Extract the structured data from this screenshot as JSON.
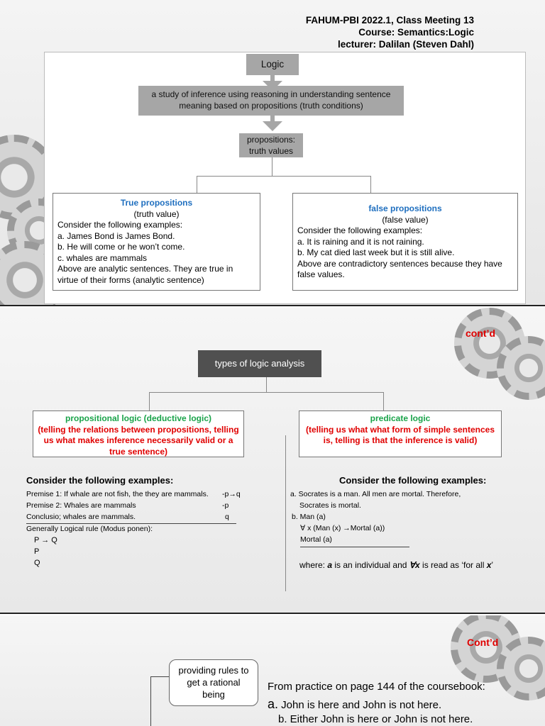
{
  "slide1": {
    "header": [
      "FAHUM-PBI 2022.1, Class Meeting 13",
      "Course: Semantics:Logic",
      "lecturer: Dalilan (Steven Dahl)"
    ],
    "logic": "Logic",
    "definition": "a study of inference using reasoning in understanding sentence meaning based on propositions (truth conditions)",
    "propositions": "propositions: truth values",
    "true_box": {
      "title": "True propositions",
      "subtitle": "(truth value)",
      "lines": [
        "Consider the following examples:",
        "a. James Bond is James Bond.",
        "b. He will come or he won’t come.",
        "c. whales are mammals",
        "Above are analytic sentences. They are true in virtue of their forms (analytic sentence)"
      ]
    },
    "false_box": {
      "title": "false propositions",
      "subtitle": "(false value)",
      "lines": [
        "Consider the following examples:",
        "a. It is raining and it is not raining.",
        "b. My cat died last week but it is still alive.",
        "Above are contradictory sentences because they have false values."
      ]
    }
  },
  "slide2": {
    "contd": "cont’d",
    "types": "types of logic analysis",
    "prop_logic": {
      "title": "propositional logic (deductive logic)",
      "desc": "(telling the relations between propositions, telling us what makes inference  necessarily valid or a true sentence)"
    },
    "pred_logic": {
      "title": "predicate logic",
      "desc": "(telling us what what form of simple sentences is, telling is that the inference is valid)"
    },
    "left_heading": "Consider the following examples:",
    "left_lines": [
      {
        "text": "Premise 1: If whale are not fish, the they are mammals.",
        "sym": "-p→q"
      },
      {
        "text": "Premise 2: Whales are mammals",
        "sym": "-p"
      },
      {
        "text": "Conclusio; whales are mammals.",
        "sym": "q"
      }
    ],
    "rule": "Generally  Logical rule (Modus ponen):",
    "rule_lines": [
      "P → Q",
      "P",
      "Q"
    ],
    "right_heading": "Consider the following examples:",
    "right_lines": [
      "a. Socrates is a man. All men are mortal. Therefore,",
      "Socrates is mortal.",
      "b. Man (a)",
      "∀ x (Man (x) →Mortal (a))",
      "Mortal (a)"
    ],
    "where": {
      "pre": "where: ",
      "a": "a",
      "mid": " is an individual and  ",
      "forall": "∀x",
      "post": " is read as ‘for all ",
      "x": "x",
      "end": "’"
    }
  },
  "slide3": {
    "contd": "Cont’d",
    "rules_box": "providing rules to get a rational being",
    "practice": "From practice on page 144 of the coursebook:",
    "item_a_letter": "a.",
    "item_a": " John is here and John is not here.",
    "item_b": "b.  Either John is here or John is not here."
  }
}
